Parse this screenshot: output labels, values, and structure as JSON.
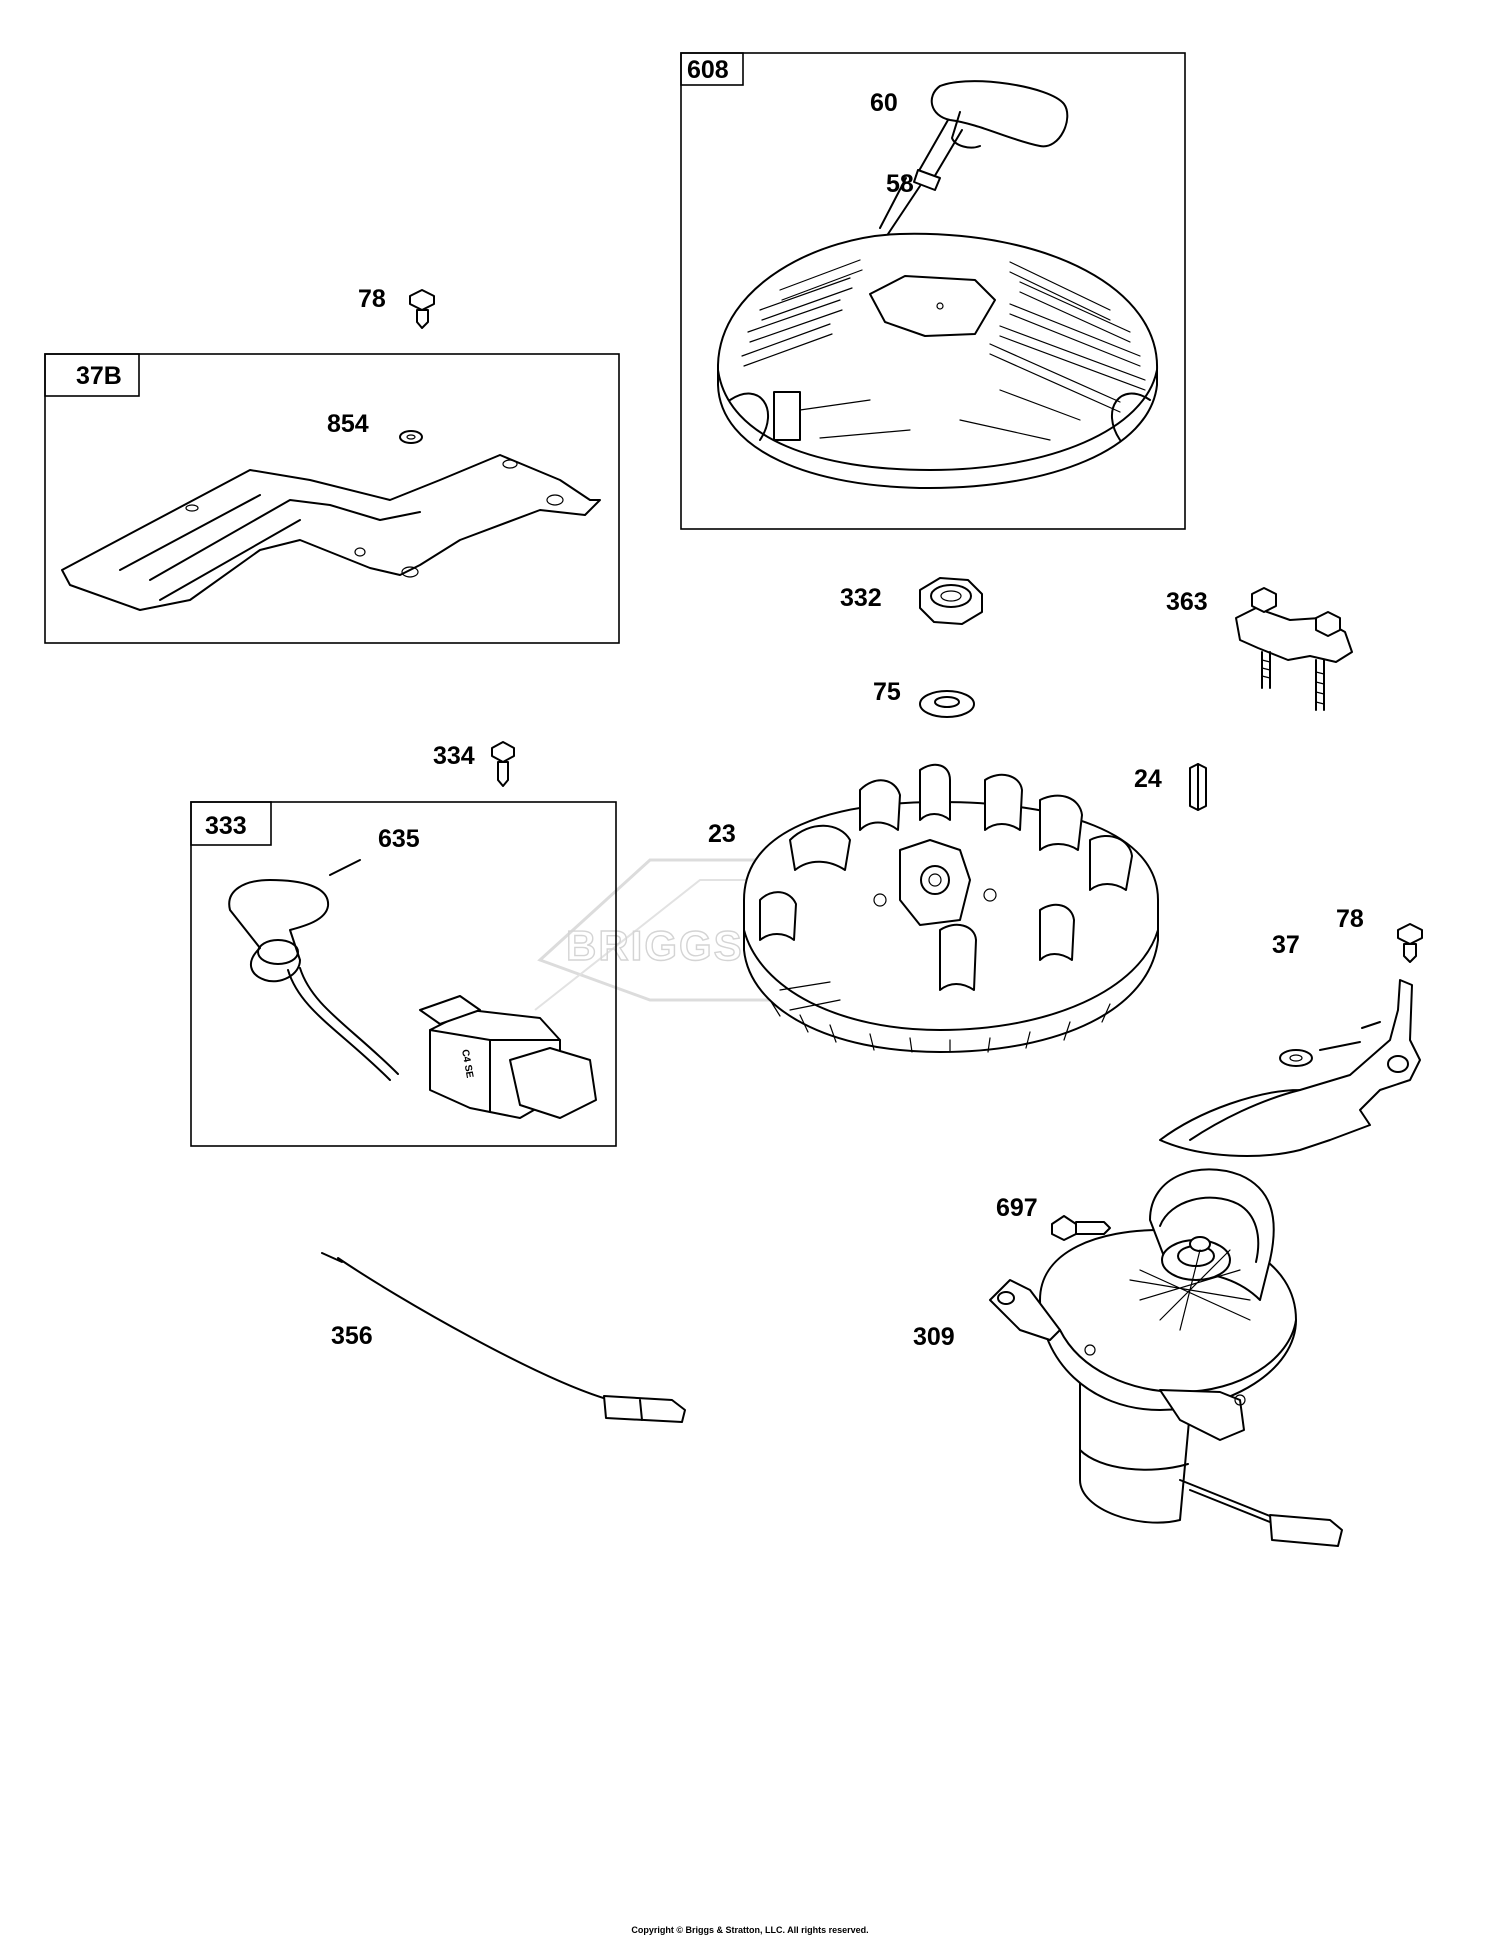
{
  "diagram": {
    "callouts": [
      "60",
      "58",
      "78",
      "854",
      "332",
      "363",
      "75",
      "334",
      "635",
      "24",
      "23",
      "78",
      "37",
      "697",
      "356",
      "309"
    ],
    "group_tags": [
      "608",
      "37B",
      "333"
    ],
    "watermark": "BRIGGS&STRATTON",
    "coil_marking": "C4 SE",
    "copyright": "Copyright © Briggs & Stratton, LLC. All rights reserved."
  }
}
